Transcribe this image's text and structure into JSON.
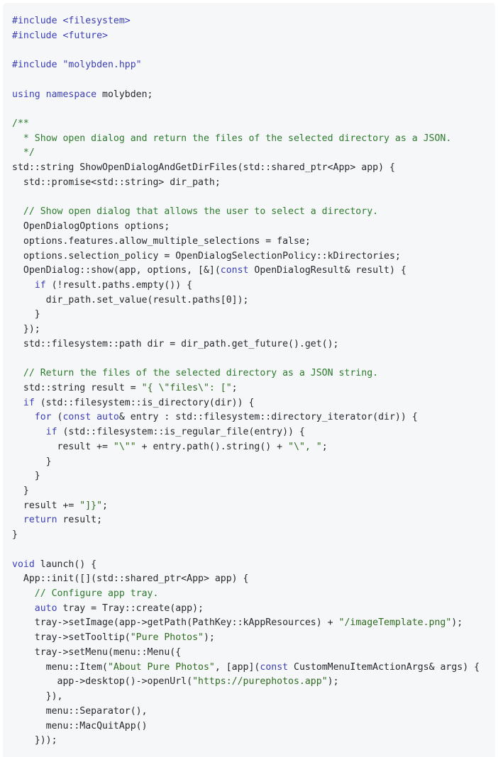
{
  "colors": {
    "background": "#f6f7f9",
    "plain": "#24292e",
    "keyword": "#3b3fb6",
    "comment": "#2c7a2c",
    "string": "#2f6b1f"
  },
  "code_lines": [
    [
      [
        "pre",
        "#include <filesystem>"
      ]
    ],
    [
      [
        "pre",
        "#include <future>"
      ]
    ],
    [],
    [
      [
        "pre",
        "#include \"molybden.hpp\""
      ]
    ],
    [],
    [
      [
        "kw",
        "using namespace"
      ],
      [
        "pl",
        " molybden;"
      ]
    ],
    [],
    [
      [
        "com",
        "/**"
      ]
    ],
    [
      [
        "com",
        "  * Show open dialog and return the files of the selected directory as a JSON."
      ]
    ],
    [
      [
        "com",
        "  */"
      ]
    ],
    [
      [
        "pl",
        "std::string ShowOpenDialogAndGetDirFiles(std::shared_ptr<App> app) {"
      ]
    ],
    [
      [
        "pl",
        "  std::promise<std::string> dir_path;"
      ]
    ],
    [],
    [
      [
        "com",
        "  // Show open dialog that allows the user to select a directory."
      ]
    ],
    [
      [
        "pl",
        "  OpenDialogOptions options;"
      ]
    ],
    [
      [
        "pl",
        "  options.features.allow_multiple_selections = false;"
      ]
    ],
    [
      [
        "pl",
        "  options.selection_policy = OpenDialogSelectionPolicy::kDirectories;"
      ]
    ],
    [
      [
        "pl",
        "  OpenDialog::show(app, options, [&]("
      ],
      [
        "kw",
        "const"
      ],
      [
        "pl",
        " OpenDialogResult& result) {"
      ]
    ],
    [
      [
        "kw",
        "    if"
      ],
      [
        "pl",
        " (!result.paths.empty()) {"
      ]
    ],
    [
      [
        "pl",
        "      dir_path.set_value(result.paths[0]);"
      ]
    ],
    [
      [
        "pl",
        "    }"
      ]
    ],
    [
      [
        "pl",
        "  });"
      ]
    ],
    [
      [
        "pl",
        "  std::filesystem::path dir = dir_path.get_future().get();"
      ]
    ],
    [],
    [
      [
        "com",
        "  // Return the files of the selected directory as a JSON string."
      ]
    ],
    [
      [
        "pl",
        "  std::string result = "
      ],
      [
        "str",
        "\"{ \\\"files\\\": [\""
      ],
      [
        "pl",
        ";"
      ]
    ],
    [
      [
        "kw",
        "  if"
      ],
      [
        "pl",
        " (std::filesystem::is_directory(dir)) {"
      ]
    ],
    [
      [
        "kw",
        "    for"
      ],
      [
        "pl",
        " ("
      ],
      [
        "kw",
        "const auto"
      ],
      [
        "pl",
        "& entry : std::filesystem::directory_iterator(dir)) {"
      ]
    ],
    [
      [
        "kw",
        "      if"
      ],
      [
        "pl",
        " (std::filesystem::is_regular_file(entry)) {"
      ]
    ],
    [
      [
        "pl",
        "        result += "
      ],
      [
        "str",
        "\"\\\"\""
      ],
      [
        "pl",
        " + entry.path().string() + "
      ],
      [
        "str",
        "\"\\\", \""
      ],
      [
        "pl",
        ";"
      ]
    ],
    [
      [
        "pl",
        "      }"
      ]
    ],
    [
      [
        "pl",
        "    }"
      ]
    ],
    [
      [
        "pl",
        "  }"
      ]
    ],
    [
      [
        "pl",
        "  result += "
      ],
      [
        "str",
        "\"]}\""
      ],
      [
        "pl",
        ";"
      ]
    ],
    [
      [
        "kw",
        "  return"
      ],
      [
        "pl",
        " result;"
      ]
    ],
    [
      [
        "pl",
        "}"
      ]
    ],
    [],
    [
      [
        "kw",
        "void"
      ],
      [
        "pl",
        " launch() {"
      ]
    ],
    [
      [
        "pl",
        "  App::init([](std::shared_ptr<App> app) {"
      ]
    ],
    [
      [
        "com",
        "    // Configure app tray."
      ]
    ],
    [
      [
        "kw",
        "    auto"
      ],
      [
        "pl",
        " tray = Tray::create(app);"
      ]
    ],
    [
      [
        "pl",
        "    tray->setImage(app->getPath(PathKey::kAppResources) + "
      ],
      [
        "str",
        "\"/imageTemplate.png\""
      ],
      [
        "pl",
        ");"
      ]
    ],
    [
      [
        "pl",
        "    tray->setTooltip("
      ],
      [
        "str",
        "\"Pure Photos\""
      ],
      [
        "pl",
        ");"
      ]
    ],
    [
      [
        "pl",
        "    tray->setMenu(menu::Menu({"
      ]
    ],
    [
      [
        "pl",
        "      menu::Item("
      ],
      [
        "str",
        "\"About Pure Photos\""
      ],
      [
        "pl",
        ", [app]("
      ],
      [
        "kw",
        "const"
      ],
      [
        "pl",
        " CustomMenuItemActionArgs& args) {"
      ]
    ],
    [
      [
        "pl",
        "        app->desktop()->openUrl("
      ],
      [
        "str",
        "\"https://purephotos.app\""
      ],
      [
        "pl",
        ");"
      ]
    ],
    [
      [
        "pl",
        "      }),"
      ]
    ],
    [
      [
        "pl",
        "      menu::Separator(),"
      ]
    ],
    [
      [
        "pl",
        "      menu::MacQuitApp()"
      ]
    ],
    [
      [
        "pl",
        "    }));"
      ]
    ]
  ]
}
